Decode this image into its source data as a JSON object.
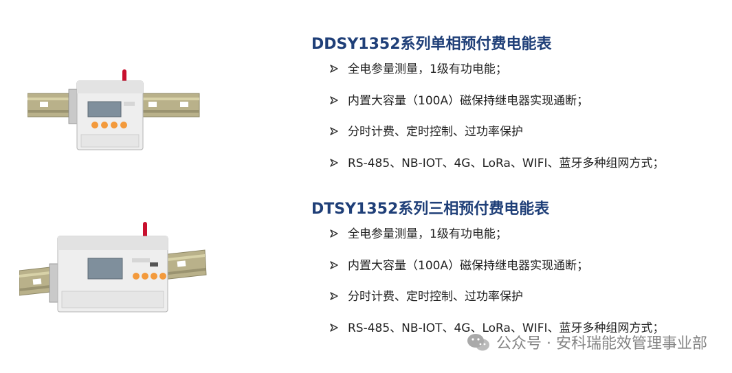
{
  "products": [
    {
      "title": "DDSY1352系列单相预付费电能表",
      "image": "single-phase-prepaid-meter-on-din-rail",
      "features": [
        "全电参量测量，1级有功电能；",
        "内置大容量（100A）磁保持继电器实现通断；",
        "分时计费、定时控制、过功率保护",
        "RS-485、NB-IOT、4G、LoRa、WIFI、蓝牙多种组网方式；"
      ]
    },
    {
      "title": "DTSY1352系列三相预付费电能表",
      "image": "three-phase-prepaid-meter-on-din-rail",
      "features": [
        "全电参量测量，1级有功电能；",
        "内置大容量（100A）磁保持继电器实现通断；",
        "分时计费、定时控制、过功率保护",
        "RS-485、NB-IOT、4G、LoRa、WIFI、蓝牙多种组网方式；"
      ]
    }
  ],
  "watermark": {
    "text": "公众号 · 安科瑞能效管理事业部",
    "icon": "wechat-icon"
  },
  "colors": {
    "title": "#1f3f78",
    "text": "#222222",
    "button": "#f39a3c",
    "antenna": "#c8102e"
  }
}
